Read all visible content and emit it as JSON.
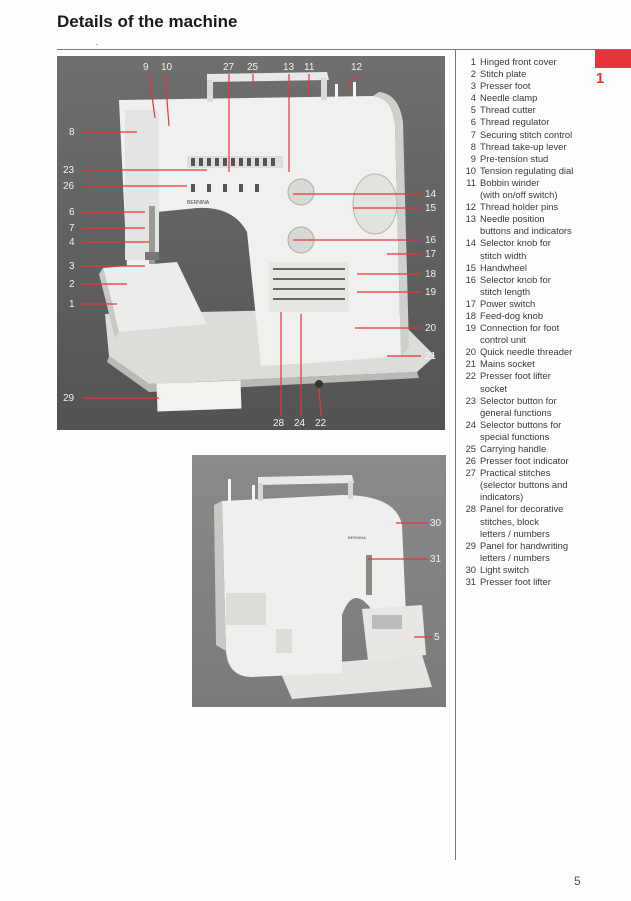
{
  "page": {
    "title": "Details of the machine",
    "chapter": "1",
    "page_number": "5"
  },
  "photo_top": {
    "callouts_top": [
      "9",
      "10",
      "27",
      "25",
      "13",
      "11",
      "12"
    ],
    "callouts_left": [
      "8",
      "23",
      "26",
      "6",
      "7",
      "4",
      "3",
      "2",
      "1",
      "29"
    ],
    "callouts_right": [
      "14",
      "15",
      "16",
      "17",
      "18",
      "19",
      "20",
      "21"
    ],
    "callouts_bottom": [
      "28",
      "24",
      "22"
    ],
    "brand_label": "BERNINA"
  },
  "photo_bottom": {
    "callouts_right": [
      "30",
      "31",
      "5"
    ],
    "brand_label": "BERNINA"
  },
  "legend": [
    {
      "num": "1",
      "lines": [
        "Hinged front cover"
      ]
    },
    {
      "num": "2",
      "lines": [
        "Stitch plate"
      ]
    },
    {
      "num": "3",
      "lines": [
        "Presser foot"
      ]
    },
    {
      "num": "4",
      "lines": [
        "Needle clamp"
      ]
    },
    {
      "num": "5",
      "lines": [
        "Thread cutter"
      ]
    },
    {
      "num": "6",
      "lines": [
        "Thread regulator"
      ]
    },
    {
      "num": "7",
      "lines": [
        "Securing stitch control"
      ]
    },
    {
      "num": "8",
      "lines": [
        "Thread take-up lever"
      ]
    },
    {
      "num": "9",
      "lines": [
        "Pre-tension stud"
      ]
    },
    {
      "num": "10",
      "lines": [
        "Tension regulating dial"
      ]
    },
    {
      "num": "11",
      "lines": [
        "Bobbin winder",
        "(with on/off switch)"
      ]
    },
    {
      "num": "12",
      "lines": [
        "Thread holder pins"
      ]
    },
    {
      "num": "13",
      "lines": [
        "Needle position",
        "buttons and indicators"
      ]
    },
    {
      "num": "14",
      "lines": [
        "Selector knob for",
        "stitch width"
      ]
    },
    {
      "num": "15",
      "lines": [
        "Handwheel"
      ]
    },
    {
      "num": "16",
      "lines": [
        "Selector knob for",
        "stitch length"
      ]
    },
    {
      "num": "17",
      "lines": [
        "Power switch"
      ]
    },
    {
      "num": "18",
      "lines": [
        "Feed-dog knob"
      ]
    },
    {
      "num": "19",
      "lines": [
        "Connection for foot",
        "control unit"
      ]
    },
    {
      "num": "20",
      "lines": [
        "Quick needle threader"
      ]
    },
    {
      "num": "21",
      "lines": [
        "Mains socket"
      ]
    },
    {
      "num": "22",
      "lines": [
        "Presser foot lifter",
        "socket"
      ]
    },
    {
      "num": "23",
      "lines": [
        "Selector button for",
        "general functions"
      ]
    },
    {
      "num": "24",
      "lines": [
        "Selector buttons for",
        "special functions"
      ]
    },
    {
      "num": "25",
      "lines": [
        "Carrying handle"
      ]
    },
    {
      "num": "26",
      "lines": [
        "Presser foot indicator"
      ]
    },
    {
      "num": "27",
      "lines": [
        "Practical stitches",
        "(selector buttons and",
        "indicators)"
      ]
    },
    {
      "num": "28",
      "lines": [
        "Panel for decorative",
        "stitches, block",
        "letters / numbers"
      ]
    },
    {
      "num": "29",
      "lines": [
        "Panel for handwriting",
        "letters / numbers"
      ]
    },
    {
      "num": "30",
      "lines": [
        "Light switch"
      ]
    },
    {
      "num": "31",
      "lines": [
        "Presser foot lifter"
      ]
    }
  ],
  "colors": {
    "accent": "#e8333a",
    "rule": "#777777"
  }
}
